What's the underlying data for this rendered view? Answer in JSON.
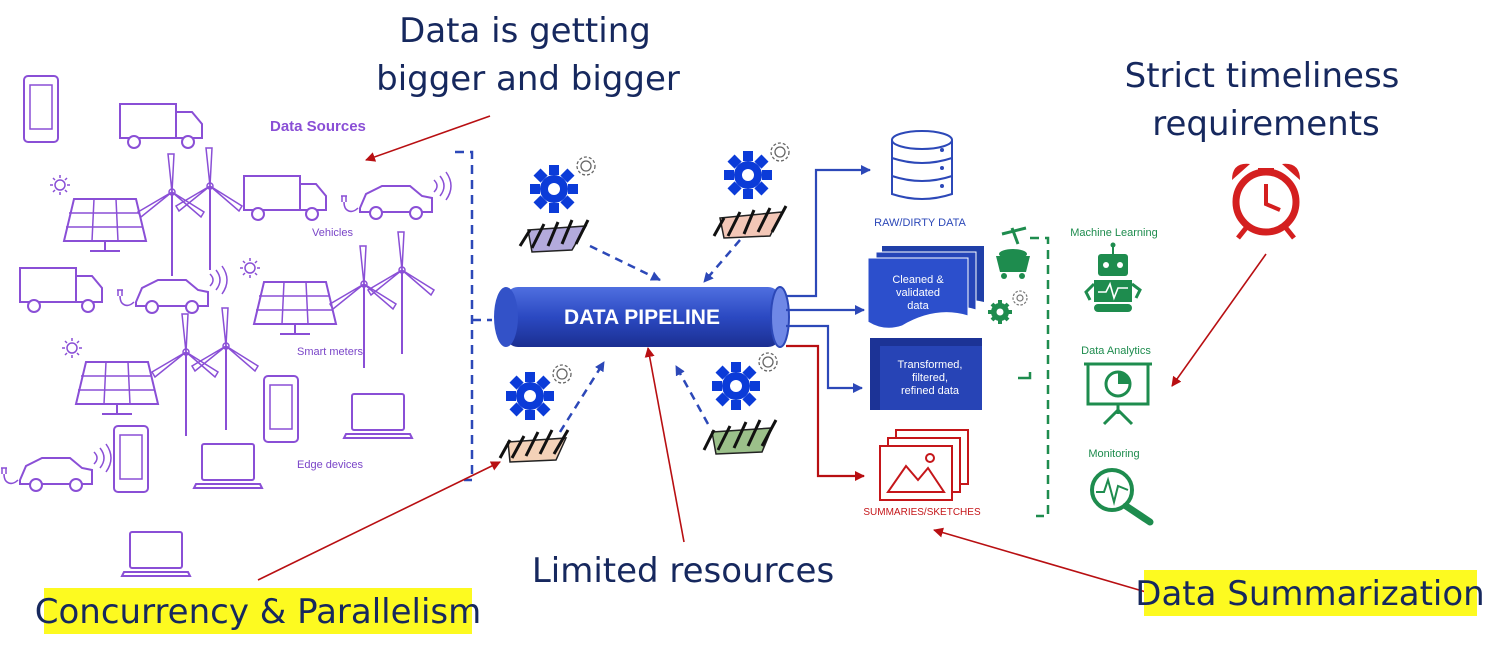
{
  "callouts": {
    "data_growth": [
      "Data is getting",
      "bigger and bigger"
    ],
    "timeliness": [
      "Strict timeliness",
      "requirements"
    ],
    "limited_resources": "Limited resources",
    "concurrency": "Concurrency & Parallelism",
    "summarization": "Data Summarization"
  },
  "sources": {
    "title": "Data Sources",
    "vehicles": "Vehicles",
    "smart_meters": "Smart meters",
    "edge_devices": "Edge devices"
  },
  "pipeline": {
    "label": "DATA PIPELINE"
  },
  "outputs": {
    "raw": "RAW/DIRTY DATA",
    "cleaned": [
      "Cleaned &",
      "validated",
      "data"
    ],
    "transformed": [
      "Transformed,",
      "filtered,",
      "refined data"
    ],
    "summaries": "SUMMARIES/SKETCHES"
  },
  "consumers": {
    "ml": "Machine Learning",
    "analytics": "Data Analytics",
    "monitoring": "Monitoring"
  },
  "colors": {
    "navy": "#16285e",
    "purple": "#8a4fd6",
    "blue": "#2c48b8",
    "red": "#b80f12",
    "green": "#1e8c4e",
    "highlight": "#fdfa20",
    "alarm": "#d41f1f"
  }
}
